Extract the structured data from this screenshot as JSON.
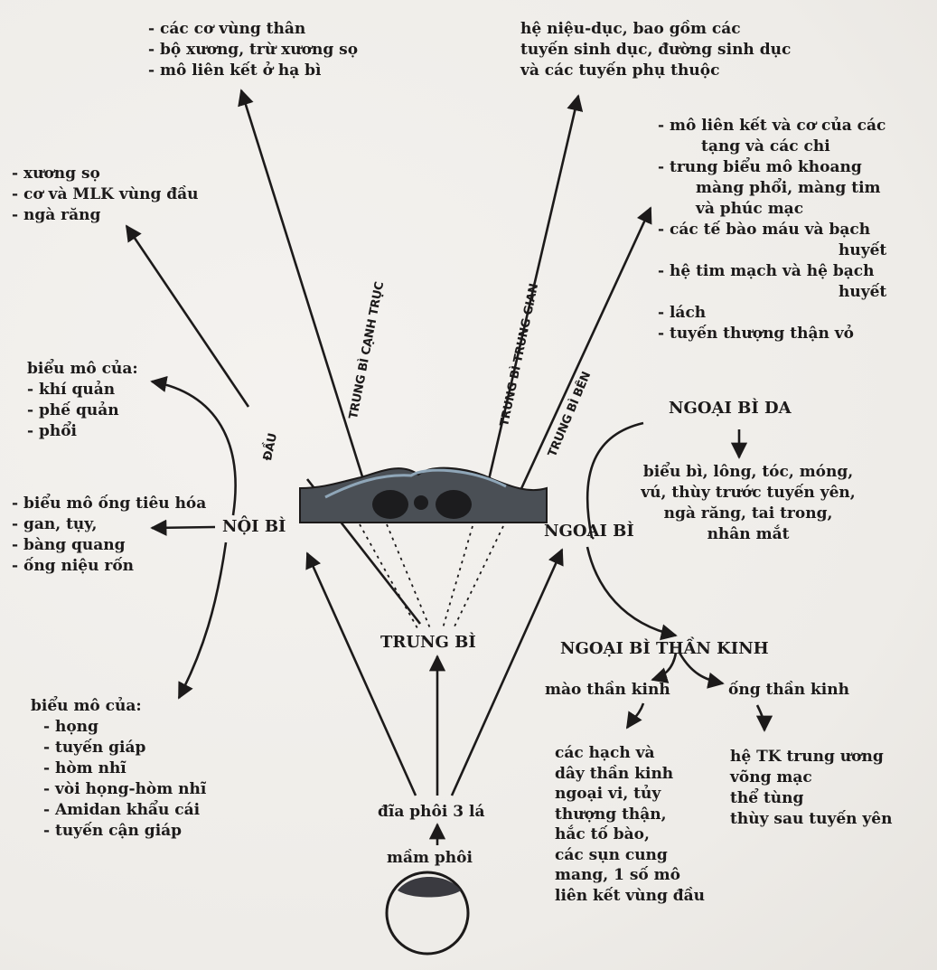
{
  "top_left": [
    "- các cơ vùng thân",
    "- bộ xương, trừ xương sọ",
    "- mô liên kết ở hạ bì"
  ],
  "top_right": [
    "hệ niệu-dục, bao gồm các",
    "tuyến sinh dục, đường sinh dục",
    "và các tuyến phụ thuộc"
  ],
  "head_tissues": [
    "- xương sọ",
    "- cơ và MLK vùng đầu",
    "- ngà răng"
  ],
  "lateral_mesoderm": [
    "- mô liên kết và cơ của các",
    "tạng và các chi",
    "- trung biểu mô khoang",
    "màng phổi, màng tim",
    "và phúc mạc",
    "- các tế bào máu và bạch",
    "huyết",
    "- hệ tim mạch và  hệ bạch",
    "huyết",
    "- lách",
    "- tuyến thượng thận vỏ"
  ],
  "respiratory": [
    "biểu mô của:",
    "- khí quản",
    "- phế quản",
    "- phổi"
  ],
  "digestive": [
    "- biểu mô ống tiêu hóa",
    "- gan, tụy,",
    "- bàng quang",
    "- ống niệu rốn"
  ],
  "pharynx": [
    "biểu mô của:",
    "- họng",
    "- tuyến giáp",
    "- hòm nhĩ",
    "- vòi họng-hòm nhĩ",
    "- Amidan khẩu cái",
    "- tuyến cận giáp"
  ],
  "labels": {
    "dau": "ĐẦU",
    "paraxial": "TRUNG BÌ CẠNH TRỤC",
    "intermediate": "TRUNG BÌ TRUNG GIAN",
    "lateral": "TRUNG BÌ BÊN",
    "endoderm": "NỘI BÌ",
    "ectoderm": "NGOẠI BÌ",
    "mesoderm": "TRUNG BÌ",
    "surface_ectoderm": "NGOẠI BÌ DA",
    "neuroectoderm": "NGOẠI BÌ THẦN KINH",
    "neural_crest": "mào thần kinh",
    "neural_tube": "ống thần kinh",
    "trilaminar": "đĩa phôi 3 lá",
    "embryoblast": "mầm phôi"
  },
  "surface_ectoderm_derivatives": [
    "biểu bì, lông, tóc, móng,",
    "vú, thùy trước tuyến yên,",
    "ngà răng, tai trong,",
    "nhân mắt"
  ],
  "neural_crest_derivatives": [
    "các hạch và",
    "dây thần kinh",
    "ngoại vi, tủy",
    "thượng thận,",
    "hắc tố bào,",
    "các sụn cung",
    "mang, 1 số mô",
    "liên kết vùng đầu"
  ],
  "neural_tube_derivatives": [
    "hệ TK trung ương",
    "võng mạc",
    "thể tùng",
    "thùy sau tuyến yên"
  ]
}
